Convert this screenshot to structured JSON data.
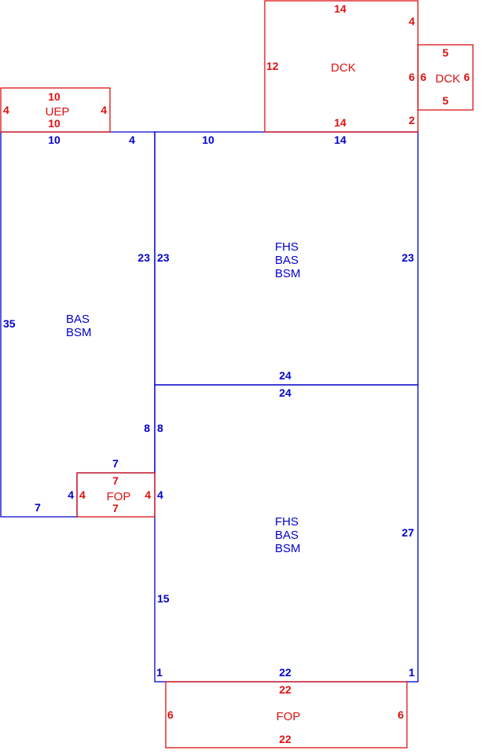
{
  "colors": {
    "primary": "#0000cc",
    "secondary": "#dd1111",
    "background": "#ffffff"
  },
  "areas": {
    "left_bas": {
      "codes": [
        "BAS",
        "BSM"
      ],
      "dims": {
        "top_left": "10",
        "top_right": "4",
        "left": "35",
        "right_upper": "23",
        "right_lower": "8",
        "right_fop": "4",
        "bottom": "7",
        "fop_top": "7"
      }
    },
    "upper_right": {
      "codes": [
        "FHS",
        "BAS",
        "BSM"
      ],
      "dims": {
        "top_left": "10",
        "top_right": "14",
        "left": "23",
        "right": "23",
        "bottom": "24"
      }
    },
    "lower_right": {
      "codes": [
        "FHS",
        "BAS",
        "BSM"
      ],
      "dims": {
        "top": "24",
        "left_upper": "8",
        "left_fop": "4",
        "left_lower": "15",
        "right": "27",
        "bottom_left": "1",
        "bottom": "22",
        "bottom_right": "1"
      }
    },
    "uep": {
      "code": "UEP",
      "dims": {
        "top": "10",
        "bottom": "10",
        "left": "4",
        "right": "4"
      }
    },
    "deck_main": {
      "code": "DCK",
      "dims": {
        "top": "14",
        "bottom": "14",
        "left": "12",
        "right_top": "4",
        "right_mid": "6",
        "right_bottom": "2"
      }
    },
    "deck_small": {
      "code": "DCK",
      "dims": {
        "top": "5",
        "bottom": "5",
        "left": "6",
        "right": "6"
      }
    },
    "fop_small": {
      "code": "FOP",
      "dims": {
        "top": "7",
        "bottom": "7",
        "left": "4",
        "right": "4"
      }
    },
    "fop_bottom": {
      "code": "FOP",
      "dims": {
        "top": "22",
        "bottom": "22",
        "left": "6",
        "right": "6"
      }
    }
  }
}
